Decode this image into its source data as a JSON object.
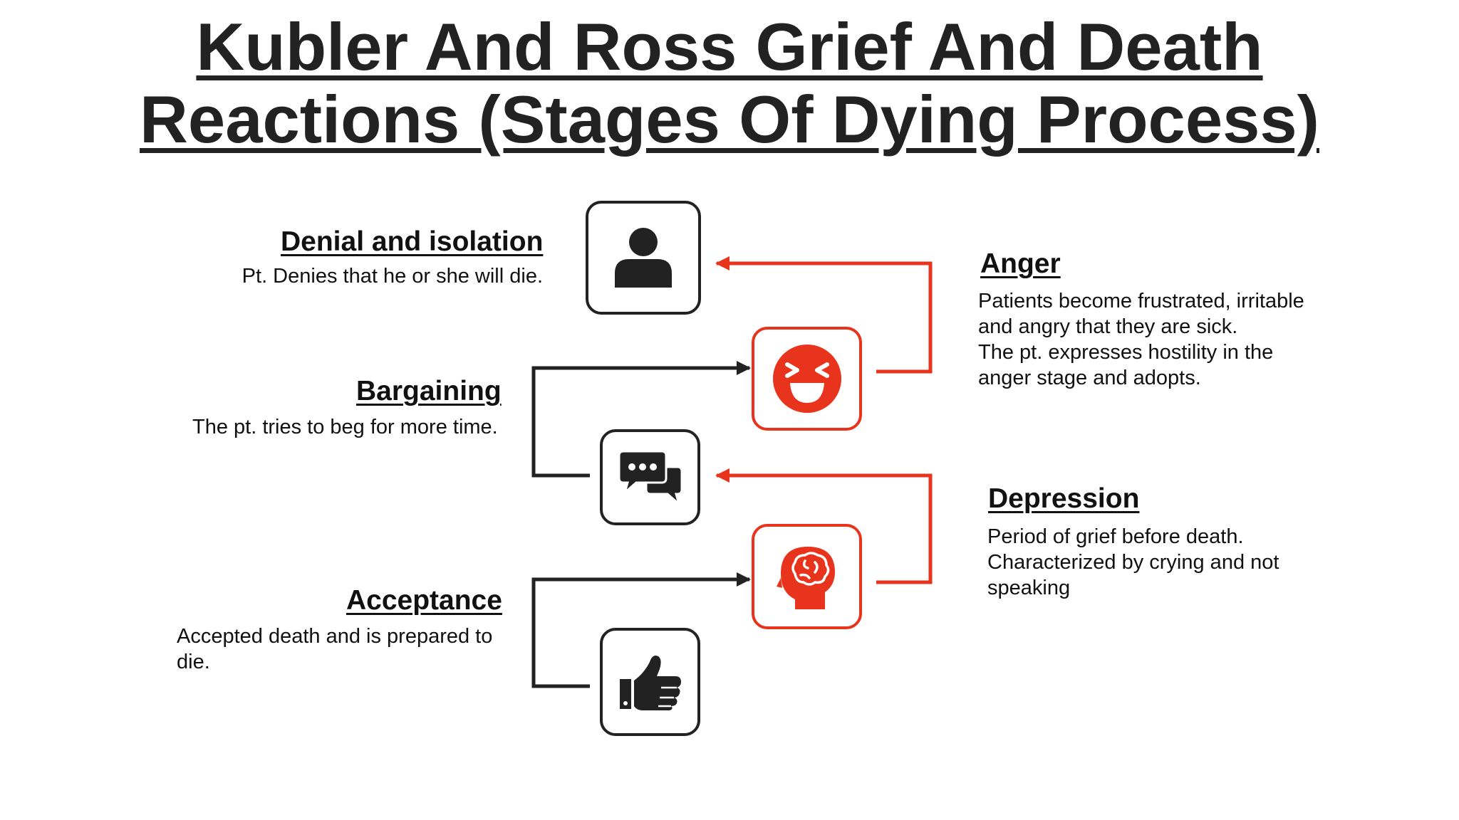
{
  "title": {
    "line1": "Kubler And Ross Grief And Death",
    "line2": "Reactions (Stages Of Dying Process)"
  },
  "colors": {
    "accent_red": "#e8341c",
    "dark": "#222222"
  },
  "stages": {
    "denial": {
      "heading": "Denial and isolation",
      "desc": "Pt. Denies that he or she will die.",
      "icon": "person-icon"
    },
    "anger": {
      "heading": "Anger",
      "desc_lines": [
        "Patients become frustrated, irritable",
        "and angry that they are sick.",
        "The pt. expresses hostility in the",
        "anger stage and adopts."
      ],
      "icon": "angry-face-icon"
    },
    "bargaining": {
      "heading": "Bargaining",
      "desc": "The pt. tries to beg for more time.",
      "icon": "chat-bubbles-icon"
    },
    "depression": {
      "heading": "Depression",
      "desc_lines": [
        "Period of grief before death.",
        "Characterized by crying and not",
        "speaking"
      ],
      "icon": "brain-head-icon"
    },
    "acceptance": {
      "heading": "Acceptance",
      "desc_lines": [
        "Accepted death and is prepared to",
        "die."
      ],
      "icon": "thumbs-up-icon"
    }
  }
}
